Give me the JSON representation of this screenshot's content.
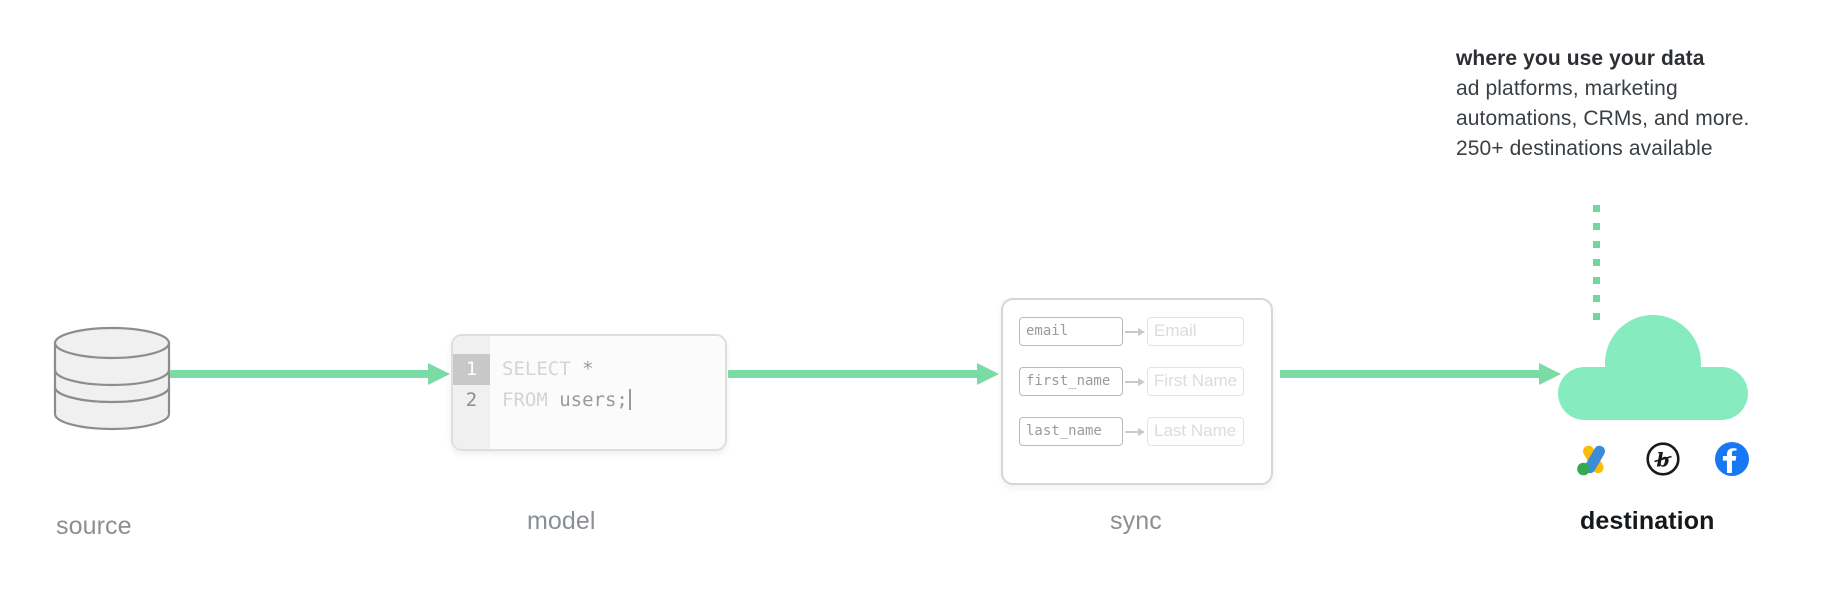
{
  "palette": {
    "arrow_green": "#7bdba4",
    "cloud_green": "#87ebc0",
    "dot_green": "#6fd69d",
    "label_gray": "#8a8f94",
    "label_dark": "#16191c",
    "card_border": "#d6d6d6",
    "gutter_bg": "#f0f0f0",
    "gutter_active_bg": "#c8c8c8",
    "code_text": "#d4d4d4",
    "google_ads_blue": "#3C8BD9",
    "google_ads_yellow": "#FABC04",
    "google_ads_green": "#34A852",
    "braze_black": "#1a1a1a",
    "facebook_blue": "#1877F2"
  },
  "headline": {
    "title": "where you use your data",
    "lines": [
      "ad platforms, marketing",
      "automations, CRMs, and more.",
      "250+ destinations available"
    ]
  },
  "stages": [
    {
      "key": "source",
      "label": "source"
    },
    {
      "key": "model",
      "label": "model"
    },
    {
      "key": "sync",
      "label": "sync"
    },
    {
      "key": "destination",
      "label": "destination"
    }
  ],
  "source": {
    "icon": "database-cylinder-stack-icon",
    "disk_count": 3
  },
  "model": {
    "editor": {
      "gutter": [
        {
          "number": "1",
          "active": true
        },
        {
          "number": "2",
          "active": false
        }
      ],
      "lines": [
        {
          "keyword": "SELECT",
          "rest": " *",
          "caret": false
        },
        {
          "keyword": "FROM",
          "rest": " users;",
          "caret": true
        }
      ],
      "full_query": "SELECT *\nFROM users;"
    }
  },
  "sync": {
    "mappings": [
      {
        "source_field": "email",
        "destination_field": "Email"
      },
      {
        "source_field": "first_name",
        "destination_field": "First Name"
      },
      {
        "source_field": "last_name",
        "destination_field": "Last Name"
      }
    ]
  },
  "destination": {
    "cloud_icon": "cloud-icon",
    "dotted_feed_dots": 7,
    "brand_icons": [
      {
        "name": "google-ads-icon",
        "label": "Google Ads"
      },
      {
        "name": "braze-icon",
        "label": "Braze"
      },
      {
        "name": "facebook-icon",
        "label": "Facebook"
      }
    ]
  },
  "connectors": [
    {
      "name": "source-to-model-arrow",
      "from": "source",
      "to": "model"
    },
    {
      "name": "model-to-sync-arrow",
      "from": "model",
      "to": "sync"
    },
    {
      "name": "sync-to-destination-arrow",
      "from": "sync",
      "to": "destination"
    }
  ]
}
